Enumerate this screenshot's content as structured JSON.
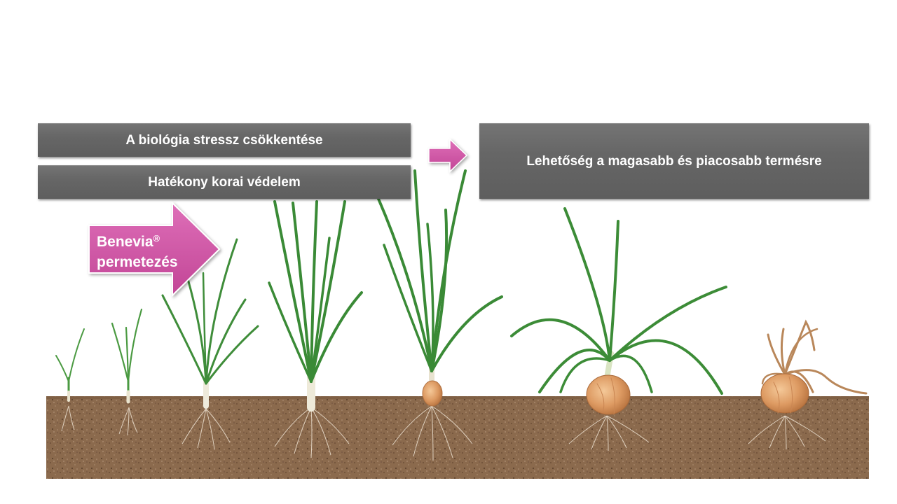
{
  "boxes": {
    "stress": "A biológia stressz csökkentése",
    "protection": "Hatékony korai védelem",
    "yield": "Lehetőség a magasabb és piacosabb termésre"
  },
  "spray_arrow": {
    "line1": "Benevia",
    "mark": "®",
    "line2": "permetezés"
  },
  "colors": {
    "box_gray": "#666666",
    "arrow_magenta": "#d357a8",
    "soil": "#8a6a4c",
    "leaf_green": "#3e8a3a",
    "bulb": "#e0a16a",
    "dry_leaf": "#b9875a"
  }
}
